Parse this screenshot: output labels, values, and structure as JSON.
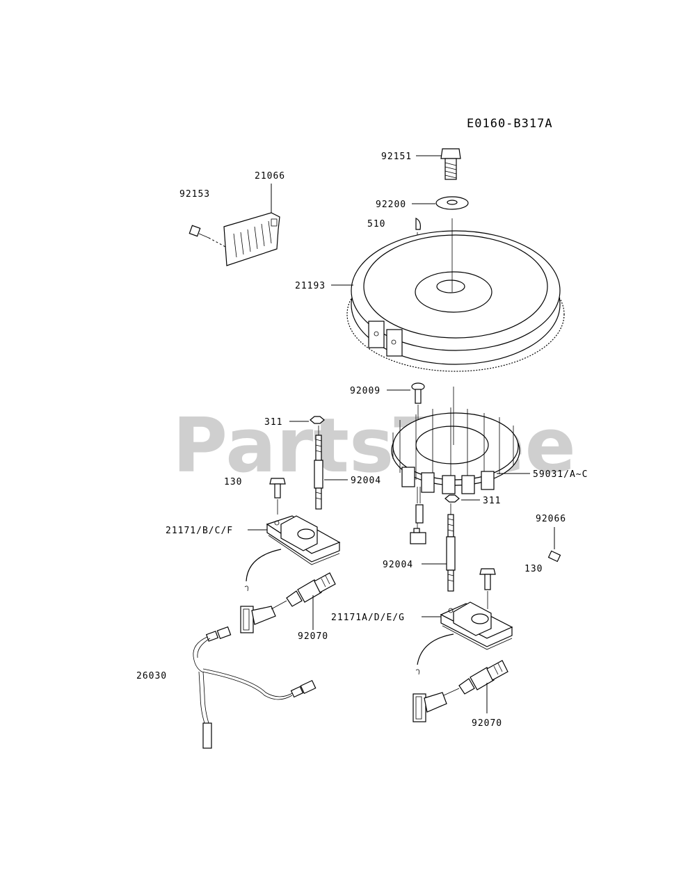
{
  "diagram_code": "E0160-B317A",
  "watermark": "PartsTree",
  "labels": {
    "p92151": "92151",
    "p92200": "92200",
    "p510": "510",
    "p21066": "21066",
    "p92153": "92153",
    "p21193": "21193",
    "p92009": "92009",
    "p311_left": "311",
    "p130_left": "130",
    "p92004_left": "92004",
    "p59031": "59031/A~C",
    "p311_right": "311",
    "p92066": "92066",
    "p21171_left": "21171/B/C/F",
    "p92004_right": "92004",
    "p130_right": "130",
    "p21171_right": "21171A/D/E/G",
    "p92070_left": "92070",
    "p26030": "26030",
    "p92070_right": "92070"
  }
}
